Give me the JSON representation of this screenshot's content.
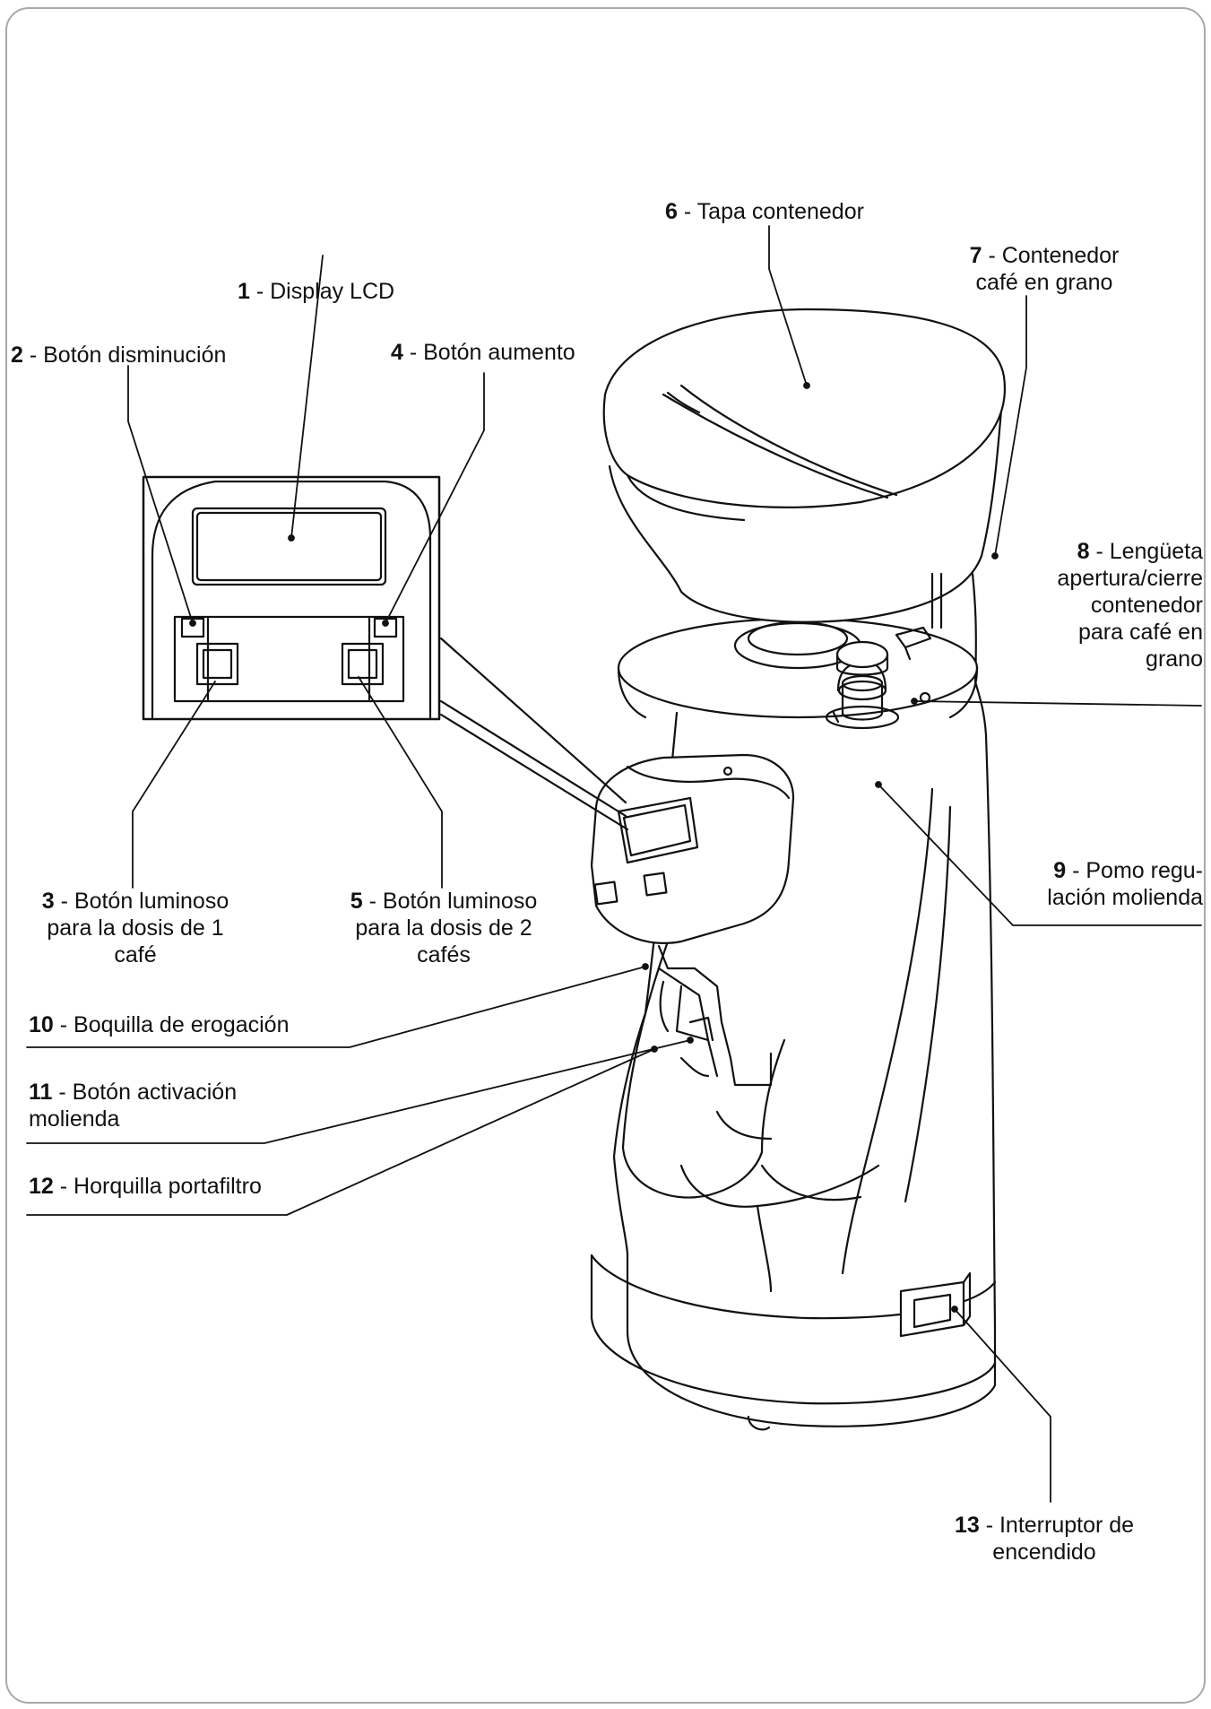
{
  "colors": {
    "ink": "#111111",
    "frame": "#a9a9a9",
    "machine_fill": "#ffffff"
  },
  "callouts": [
    {
      "id": "1",
      "num": "1",
      "lines": [
        "- Display LCD"
      ]
    },
    {
      "id": "2",
      "num": "2",
      "lines": [
        "- Botón disminución"
      ]
    },
    {
      "id": "3",
      "num": "3",
      "lines": [
        "- Botón luminoso",
        "para la dosis de 1",
        "café"
      ]
    },
    {
      "id": "4",
      "num": "4",
      "lines": [
        "- Botón aumento"
      ]
    },
    {
      "id": "5",
      "num": "5",
      "lines": [
        "- Botón luminoso",
        "para la dosis de 2",
        "cafés"
      ]
    },
    {
      "id": "6",
      "num": "6",
      "lines": [
        "- Tapa contenedor"
      ]
    },
    {
      "id": "7",
      "num": "7",
      "lines": [
        "- Contenedor",
        "café en grano"
      ]
    },
    {
      "id": "8",
      "num": "8",
      "lines": [
        "- Lengüeta",
        "apertura/cierre",
        "contenedor",
        "para café en",
        "grano"
      ]
    },
    {
      "id": "9",
      "num": "9",
      "lines": [
        "- Pomo regu-",
        "lación molienda"
      ]
    },
    {
      "id": "10",
      "num": "10",
      "lines": [
        "- Boquilla de erogación"
      ]
    },
    {
      "id": "11",
      "num": "11",
      "lines": [
        "- Botón activación",
        "molienda"
      ]
    },
    {
      "id": "12",
      "num": "12",
      "lines": [
        "- Horquilla portafiltro"
      ]
    },
    {
      "id": "13",
      "num": "13",
      "lines": [
        "- Interruptor de",
        "encendido"
      ]
    }
  ]
}
